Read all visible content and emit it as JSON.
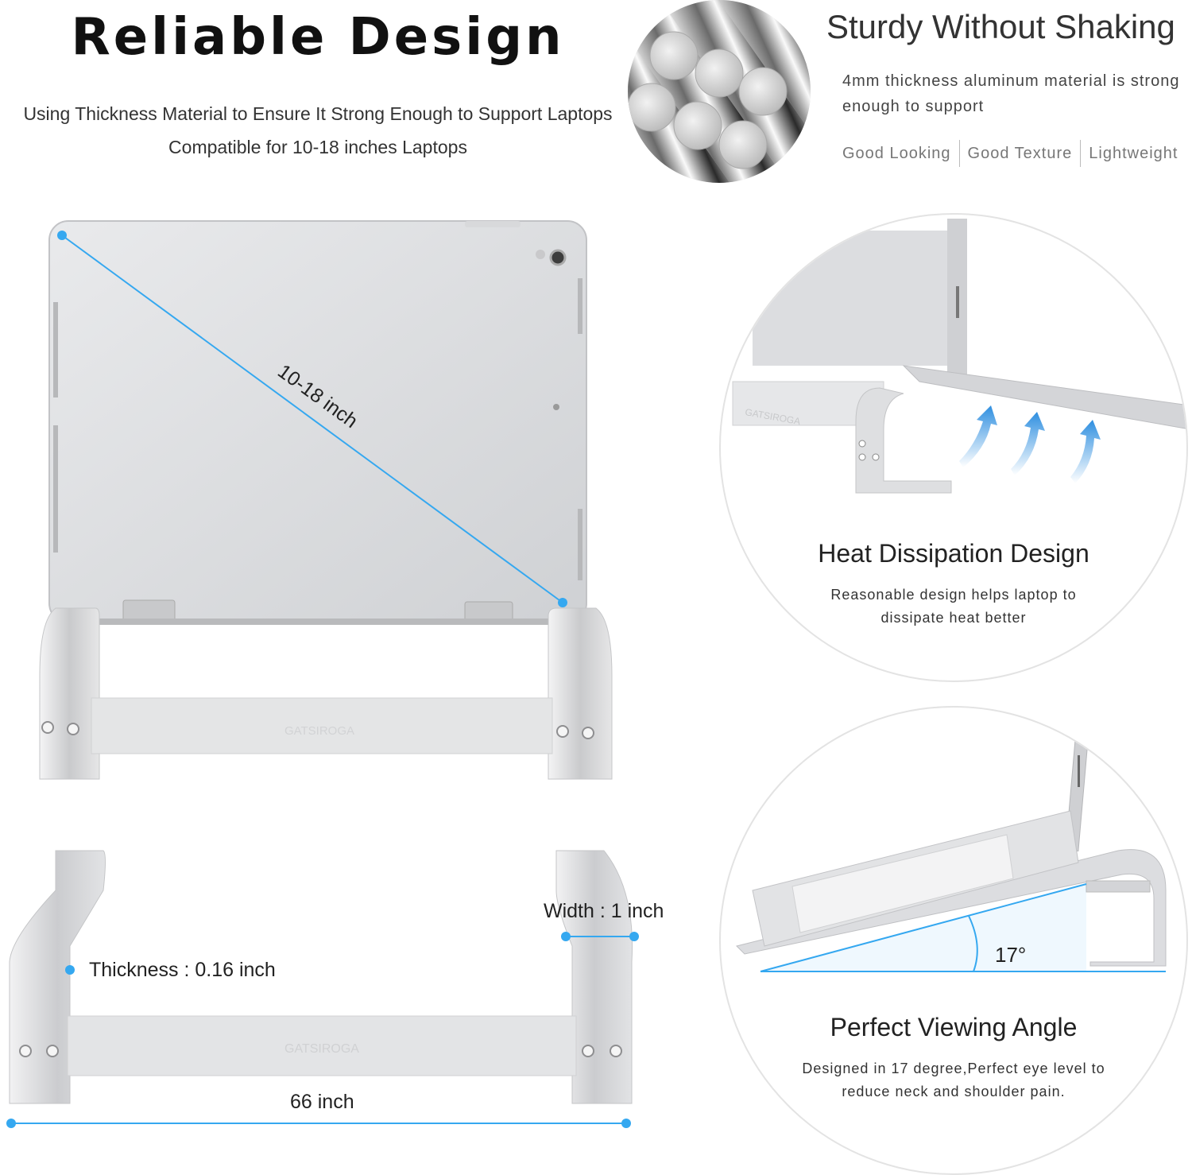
{
  "header": {
    "title": "Reliable Design",
    "subtitle_line1": "Using Thickness Material to Ensure It Strong Enough to Support Laptops",
    "subtitle_line2": "Compatible for 10-18 inches Laptops"
  },
  "sturdy": {
    "title": "Sturdy Without Shaking",
    "description": "4mm thickness aluminum material is strong enough to support",
    "features": [
      "Good Looking",
      "Good Texture",
      "Lightweight"
    ]
  },
  "laptop_view": {
    "diagonal_label": "10-18 inch",
    "brand_text": "GATSIROGA"
  },
  "dimensions": {
    "width_label": "Width : 1 inch",
    "thickness_label": "Thickness : 0.16 inch",
    "length_label": "66 inch",
    "brand_text": "GATSIROGA"
  },
  "heat": {
    "title": "Heat Dissipation Design",
    "description": "Reasonable design helps laptop to dissipate heat better",
    "brand_text": "GATSIROGA"
  },
  "viewing": {
    "title": "Perfect Viewing Angle",
    "description": "Designed in 17 degree,Perfect eye level to reduce neck and shoulder pain.",
    "angle_label": "17°"
  },
  "colors": {
    "accent": "#35a8f0",
    "aluminum": "#d9dadc",
    "text": "#222222"
  }
}
